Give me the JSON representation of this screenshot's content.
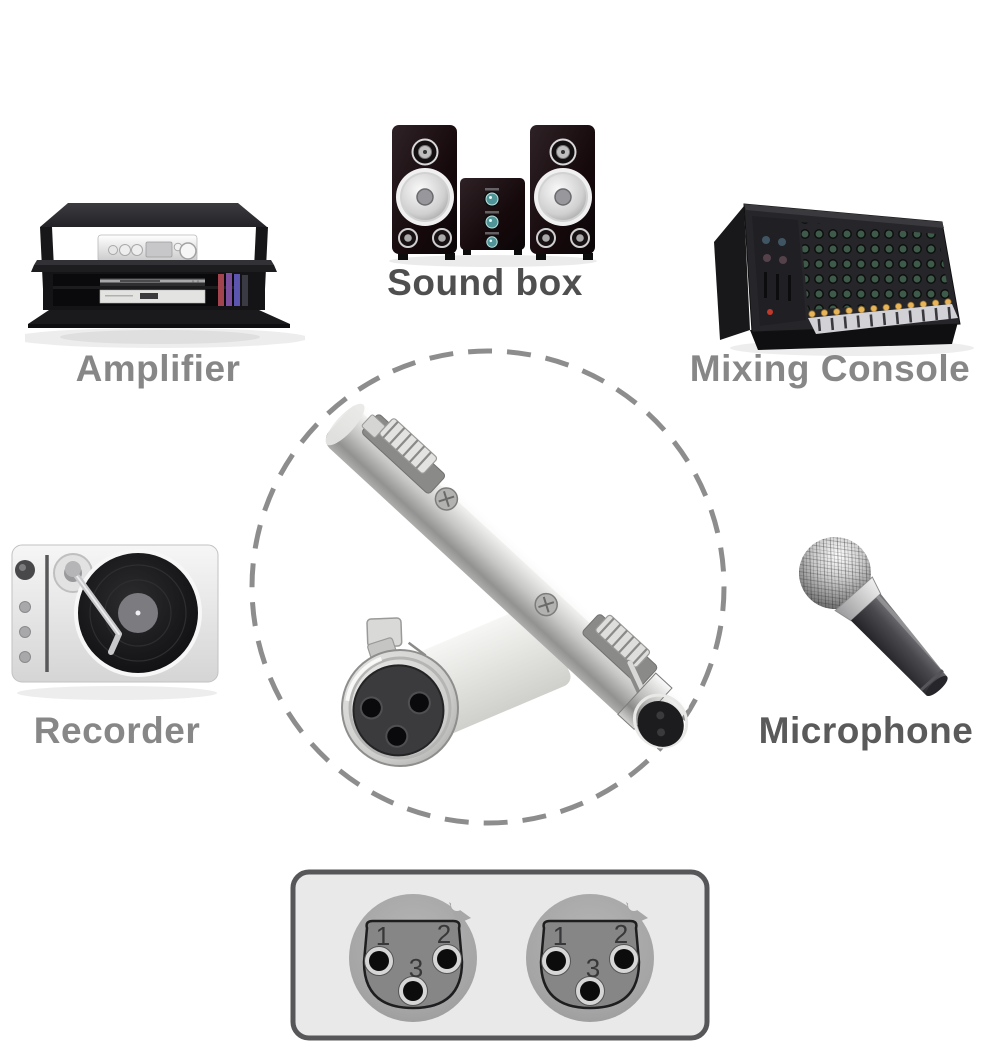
{
  "devices": [
    {
      "id": "amplifier",
      "label": "Amplifier",
      "icon": "amplifier-shelf-icon"
    },
    {
      "id": "soundbox",
      "label": "Sound box",
      "icon": "speaker-system-icon"
    },
    {
      "id": "mixer",
      "label": "Mixing Console",
      "icon": "mixing-console-icon"
    },
    {
      "id": "recorder",
      "label": "Recorder",
      "icon": "turntable-icon"
    },
    {
      "id": "microphone",
      "label": "Microphone",
      "icon": "microphone-icon"
    }
  ],
  "center": {
    "icon": "xlr-female-to-female-adapters-photo",
    "ring": "dashed-circle"
  },
  "pinout": {
    "connectors": [
      {
        "pins": [
          "1",
          "2",
          "3"
        ]
      },
      {
        "pins": [
          "1",
          "2",
          "3"
        ]
      }
    ]
  },
  "colors": {
    "background": "#ffffff",
    "dashed_circle": "#8d8d8d",
    "label_gray": "#878787",
    "label_dark": "#4f4f4f",
    "plate_fill": "#e9e9e9",
    "plate_border": "#57575a",
    "connector_outer": "#a7a7a7",
    "connector_inner": "#868686",
    "adapter_silver": "#c6c6c4",
    "teal_knob": "#4f9496",
    "amber_button": "#e8b45a"
  }
}
